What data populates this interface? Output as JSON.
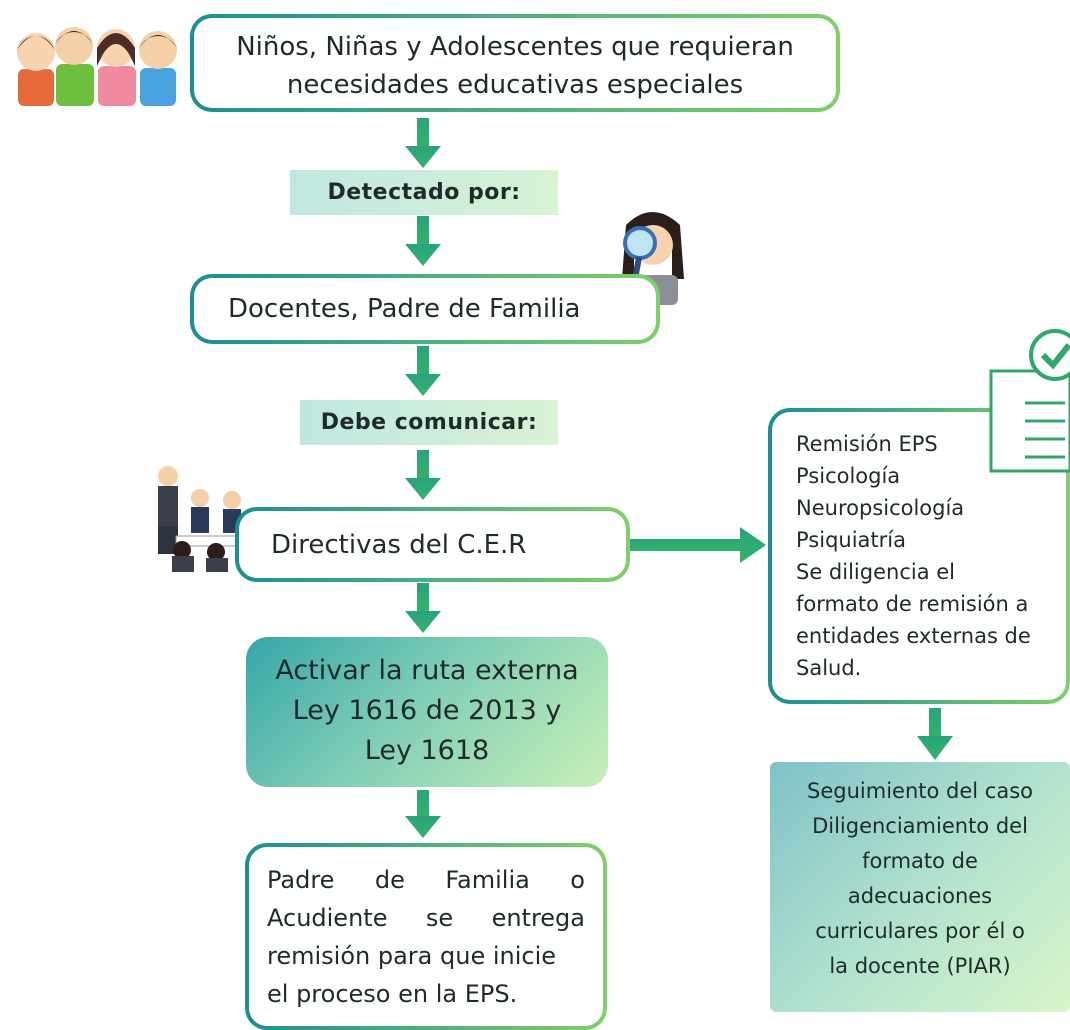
{
  "top_box": {
    "line1": "Niños, Niñas y Adolescentes que requieran",
    "line2": "necesidades educativas especiales"
  },
  "detected_label": "Detectado por:",
  "detectors_box": "Docentes, Padre de Familia",
  "communicate_label": "Debe comunicar:",
  "directives_box": "Directivas del C.E.R",
  "activate_box": {
    "line1": "Activar la ruta externa",
    "line2": "Ley 1616 de 2013 y",
    "line3": "Ley 1618"
  },
  "parent_box": {
    "line1": "Padre de Familia o",
    "line2": "Acudiente se entrega",
    "line3": "remisión para que inicie",
    "line4": "el proceso en la EPS."
  },
  "remission_box": {
    "lines": [
      "Remisión EPS",
      "Psicología",
      "Neuropsicología",
      "Psiquiatría",
      "Se diligencia el",
      "formato de remisión a",
      "entidades externas de",
      "Salud."
    ]
  },
  "followup_box": {
    "lines": [
      "Seguimiento del caso",
      "Diligenciamiento del",
      "formato de",
      "adecuaciones",
      "curriculares por él o",
      "la docente (PIAR)"
    ]
  },
  "colors": {
    "arrow": "#2fa86a",
    "border_teal": "#1f8a8a",
    "border_green": "#7fd069"
  }
}
